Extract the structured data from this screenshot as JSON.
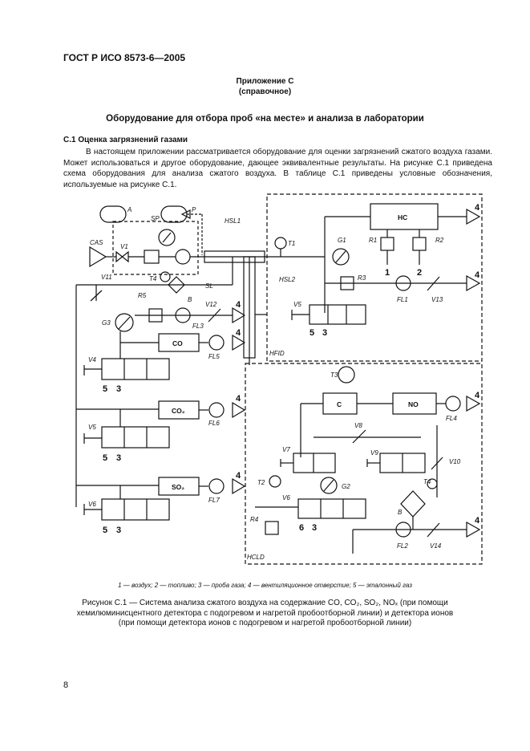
{
  "header": {
    "doc_id": "ГОСТ Р ИСО 8573-6—2005"
  },
  "annex": {
    "title": "Приложение С",
    "subtitle": "(справочное)"
  },
  "heading": "Оборудование для отбора проб «на месте» и анализа в лаборатории",
  "section": {
    "title": "С.1 Оценка загрязнений газами",
    "paragraph": "В настоящем приложении рассматривается оборудование для оценки загрязнений сжатого воздуха газами. Может использоваться и другое оборудование, дающее эквивалентные результаты. На рисунке С.1 приведена схема оборудования для анализа сжатого воздуха. В таблице С.1 приведены условные обозначения, используемые на рисунке С.1."
  },
  "diagram": {
    "labels": {
      "A": "A",
      "P": "P",
      "SP": "SP",
      "CAS": "CAS",
      "V1": "V1",
      "HSL1": "HSL1",
      "T1": "T1",
      "HC": "HC",
      "G1": "G1",
      "R1": "R1",
      "R2": "R2",
      "T4a": "T4",
      "B1": "B",
      "SL": "SL",
      "V11": "V11",
      "R5": "R5",
      "HSL2": "HSL2",
      "R3": "R3",
      "V12": "V12",
      "FL3": "FL3",
      "G3": "G3",
      "CO": "CO",
      "FL5": "FL5",
      "V5a": "V5",
      "FL1": "FL1",
      "V13": "V13",
      "HFID": "HFID",
      "V4": "V4",
      "T3": "T3",
      "C": "C",
      "NO": "NO",
      "FL4": "FL4",
      "CO2": "CO₂",
      "FL6": "FL6",
      "V8": "V8",
      "V5b": "V5",
      "V7": "V7",
      "V9": "V9",
      "V10": "V10",
      "SO2": "SO₂",
      "T2": "T2",
      "G2": "G2",
      "T4b": "T4",
      "V6a": "V6",
      "FL7": "FL7",
      "V6b": "V6",
      "R4": "R4",
      "B2": "B",
      "FL2": "FL2",
      "V14": "V14",
      "HCLD": "HCLD"
    },
    "nums": {
      "n1": "1",
      "n2": "2",
      "n3": "3",
      "n4": "4",
      "n5": "5",
      "n6": "6"
    }
  },
  "legend": "1 — воздух; 2 — топливо; 3 — проба газа; 4 — вентиляционное отверстие; 5 — эталонный газ",
  "caption": {
    "line1": "Рисунок С.1 — Система анализа сжатого воздуха на содержание CO, CO₂, SO₂, NOₓ (при помощи",
    "line2": "хемилюминисцентного детектора с подогревом и нагретой пробоотборной линии) и детектора ионов",
    "line3": "(при помощи детектора ионов с подогревом и нагретой пробоотборной линии)"
  },
  "page_number": "8"
}
